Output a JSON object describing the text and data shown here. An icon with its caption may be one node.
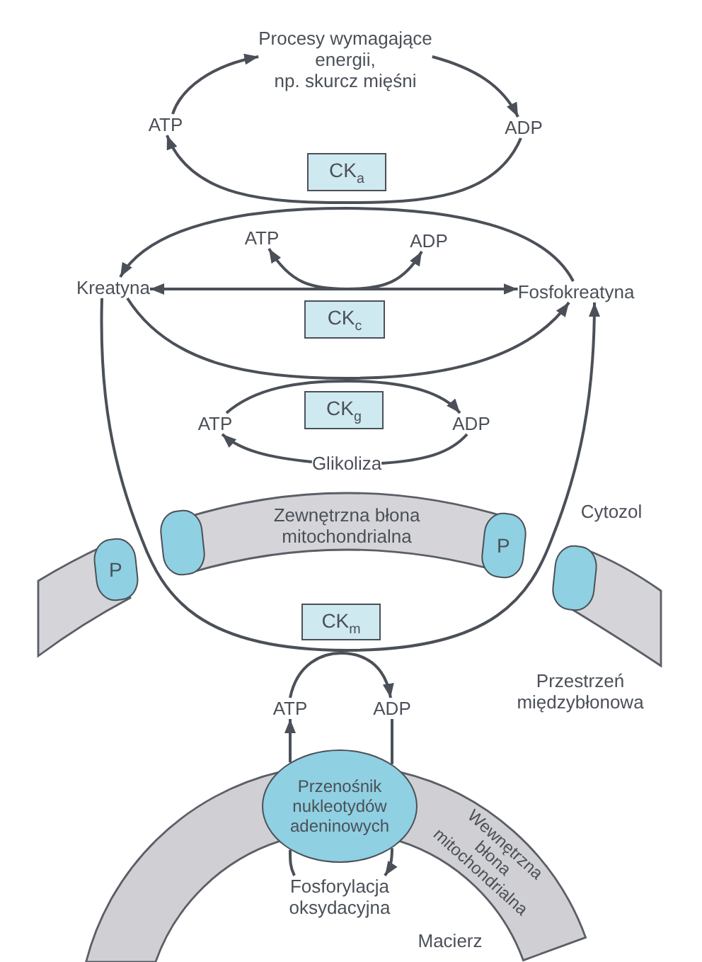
{
  "diagram": {
    "nodes": [
      {
        "text": [
          "Procesy wymagające energii, np. skurcz mięśni"
        ]
      },
      {
        "text": [
          "ATP"
        ]
      },
      {
        "text": [
          "ADP"
        ]
      },
      {
        "text": [
          "CK$_{a}$"
        ]
      },
      {
        "text": [
          "ATP"
        ]
      },
      {
        "text": [
          "ADP"
        ]
      },
      {
        "text": [
          "Kreatyna"
        ]
      },
      {
        "text": [
          "Fosfokreatyna"
        ]
      },
      {
        "text": [
          "CK$_{c}$"
        ]
      },
      {
        "text": [
          "CK$_{g}$"
        ]
      },
      {
        "text": [
          "ATP"
        ]
      },
      {
        "text": [
          "ADP"
        ]
      },
      {
        "text": [
          "Glikoliza"
        ]
      },
      {
        "text": [],
        "shape": "band"
      },
      {
        "text": [
          "P"
        ]
      },
      {
        "text": [],
        "shape": "oval"
      },
      {
        "text": [
          "Zewnętrzna błona mitochondrialna"
        ]
      },
      {
        "text": [
          "P"
        ]
      },
      {
        "text": [],
        "shape": "band"
      },
      {
        "text": [],
        "shape": "oval"
      },
      {
        "text": [
          "CK$_{m}$"
        ]
      },
      {
        "text": [
          "ATP"
        ]
      },
      {
        "text": [
          "ADP"
        ]
      },
      {
        "text": [
          "Przenośnik nukleotydów adeninowych"
        ]
      },
      {
        "text": [],
        "shape": "band"
      },
      {
        "text": [
          "Wewnętrzna błona mitochondrialna"
        ]
      },
      {
        "text": [
          "Fosforylacja oksydacyjna"
        ]
      }
    ],
    "edges": [
      {
        "from": 1,
        "to": 0,
        "arrow": "to"
      },
      {
        "from": 0,
        "to": 2,
        "arrow": "to"
      },
      {
        "from": 2,
        "to": 1,
        "arrow": "to"
      },
      {
        "from": 7,
        "to": 6,
        "arrow": "to"
      },
      {
        "from": 6,
        "to": 7,
        "arrow": "both"
      },
      {
        "from": 4,
        "to": 5,
        "arrow": "both"
      },
      {
        "from": 6,
        "to": 7,
        "arrow": "to"
      },
      {
        "from": 10,
        "to": 11,
        "arrow": "to"
      },
      {
        "from": 11,
        "to": 12,
        "arrow": "none"
      },
      {
        "from": 12,
        "to": 10,
        "arrow": "to"
      },
      {
        "from": 6,
        "to": 7,
        "arrow": "to"
      },
      {
        "from": 21,
        "to": 22,
        "arrow": "to"
      },
      {
        "from": 22,
        "to": 23,
        "arrow": "none"
      },
      {
        "from": 23,
        "to": 26,
        "arrow": "to"
      },
      {
        "from": 26,
        "to": 23,
        "arrow": "none"
      },
      {
        "from": 23,
        "to": 21,
        "arrow": "to"
      }
    ],
    "labels": [
      "Cytozol",
      "Przestrzeń międzybłonowa",
      "Macierz"
    ]
  }
}
